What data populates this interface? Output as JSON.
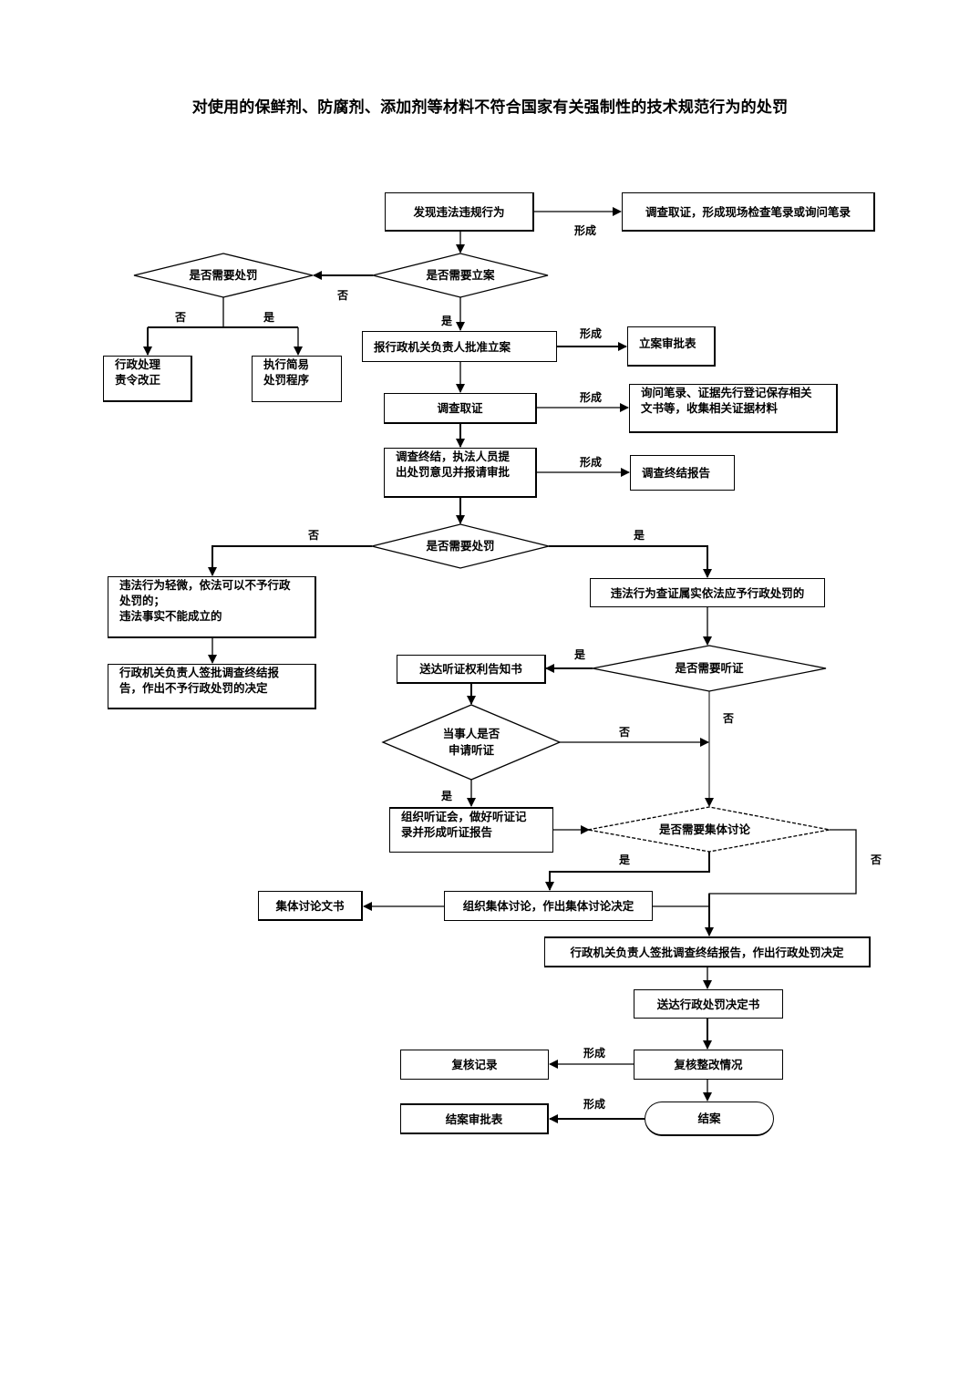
{
  "title": "对使用的保鲜剂、防腐剂、添加剂等材料不符合国家有关强制性的技术规范行为的处罚",
  "nodes": {
    "discover": "发现违法违规行为",
    "investigate_record": "调查取证，形成现场检查笔录或询问笔录",
    "need_case": "是否需要立案",
    "need_penalty_1": "是否需要处罚",
    "admin_handle": [
      "行政处理",
      "责令改正"
    ],
    "simple_procedure": [
      "执行简易",
      "处罚程序"
    ],
    "report_approve": "报行政机关负责人批准立案",
    "case_approval_form": "立案审批表",
    "investigate": "调查取证",
    "evidence_docs": [
      "询问笔录、证据先行登记保存相关",
      "文书等，收集相关证据材料"
    ],
    "investigation_end": [
      "调查终结，执法人员提",
      "出处罚意见并报请审批"
    ],
    "investigation_report": "调查终结报告",
    "need_penalty_2": "是否需要处罚",
    "minor_violation": [
      "违法行为轻微，依法可以不予行政",
      "处罚的；",
      "违法事实不能成立的"
    ],
    "no_penalty_decision": [
      "行政机关负责人签批调查终结报",
      "告，作出不予行政处罚的决定"
    ],
    "confirmed_violation": "违法行为查证属实依法应予行政处罚的",
    "need_hearing": "是否需要听证",
    "hearing_notice": "送达听证权利告知书",
    "party_apply_hearing": [
      "当事人是否",
      "申请听证"
    ],
    "organize_hearing": [
      "组织听证会，做好听证记",
      "录并形成听证报告"
    ],
    "need_collective": "是否需要集体讨论",
    "collective_doc": "集体讨论文书",
    "organize_collective": "组织集体讨论，作出集体讨论决定",
    "penalty_decision": "行政机关负责人签批调查终结报告，作出行政处罚决定",
    "deliver_decision": "送达行政处罚决定书",
    "review_rectify": "复核整改情况",
    "review_record": "复核记录",
    "close_case": "结案",
    "close_approval_form": "结案审批表"
  },
  "labels": {
    "form": "形成",
    "yes": "是",
    "no": "否"
  }
}
